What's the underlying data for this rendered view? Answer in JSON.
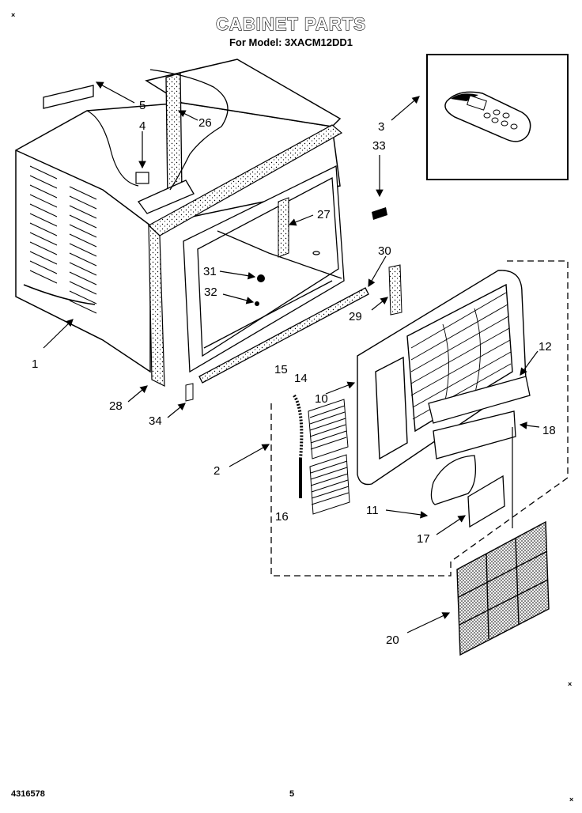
{
  "header": {
    "title": "CABINET PARTS",
    "model_line": "For Model: 3XACM12DD1"
  },
  "corner_marks": {
    "top_left": "×",
    "bottom_right": "×",
    "mid_right": "×"
  },
  "callouts": {
    "p1": "1",
    "p2": "2",
    "p3": "3",
    "p4": "4",
    "p5": "5",
    "p10": "10",
    "p11": "11",
    "p12": "12",
    "p14": "14",
    "p15": "15",
    "p16": "16",
    "p17": "17",
    "p18": "18",
    "p20": "20",
    "p26": "26",
    "p27": "27",
    "p28": "28",
    "p29": "29",
    "p30": "30",
    "p31": "31",
    "p32": "32",
    "p33": "33",
    "p34": "34"
  },
  "footer": {
    "doc_number": "4316578",
    "page_number": "5"
  }
}
